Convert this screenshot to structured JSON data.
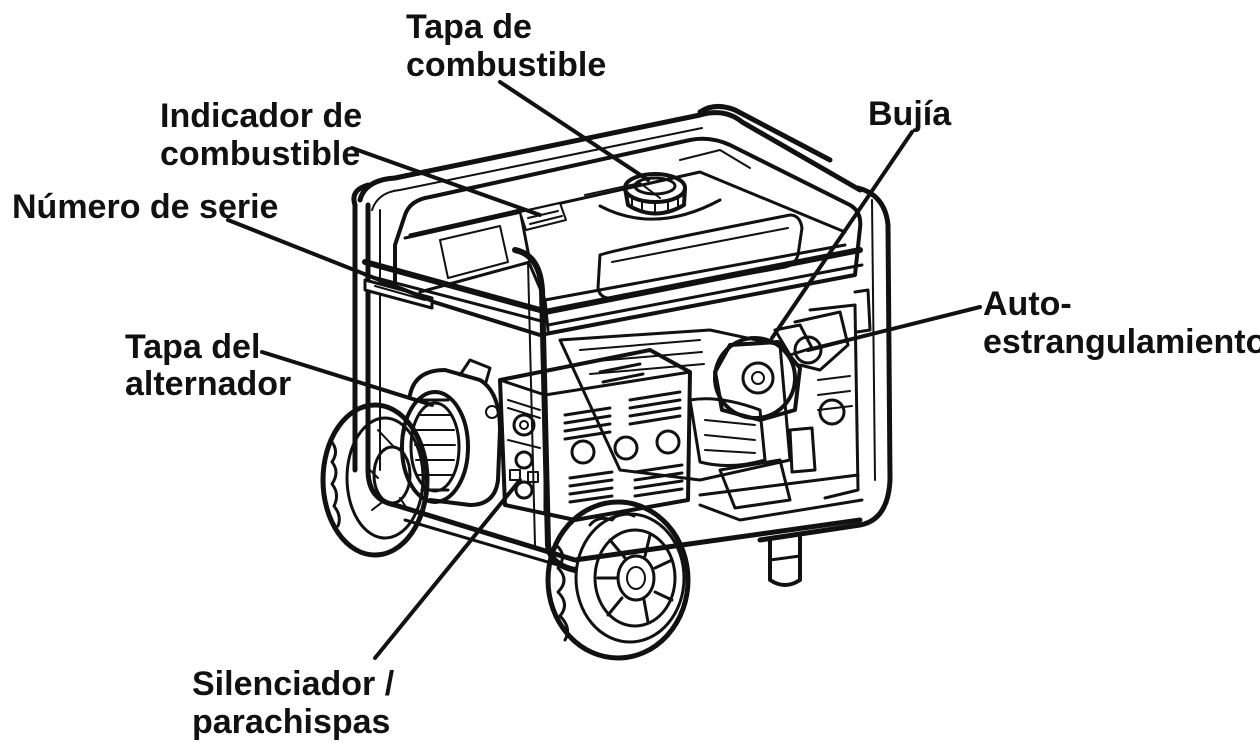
{
  "labels": {
    "fuel_cap": [
      "Tapa de",
      "combustible"
    ],
    "fuel_gauge": [
      "Indicador de",
      "combustible"
    ],
    "serial_number": [
      "Número de serie"
    ],
    "spark_plug": [
      "Bujía"
    ],
    "auto_choke": [
      "Auto-",
      "estrangulamiento"
    ],
    "alternator_cover": [
      "Tapa del",
      "alternador"
    ],
    "muffler": [
      "Silenciador /",
      "parachispas"
    ]
  },
  "colors": {
    "ink": "#111111",
    "background": "#ffffff"
  }
}
